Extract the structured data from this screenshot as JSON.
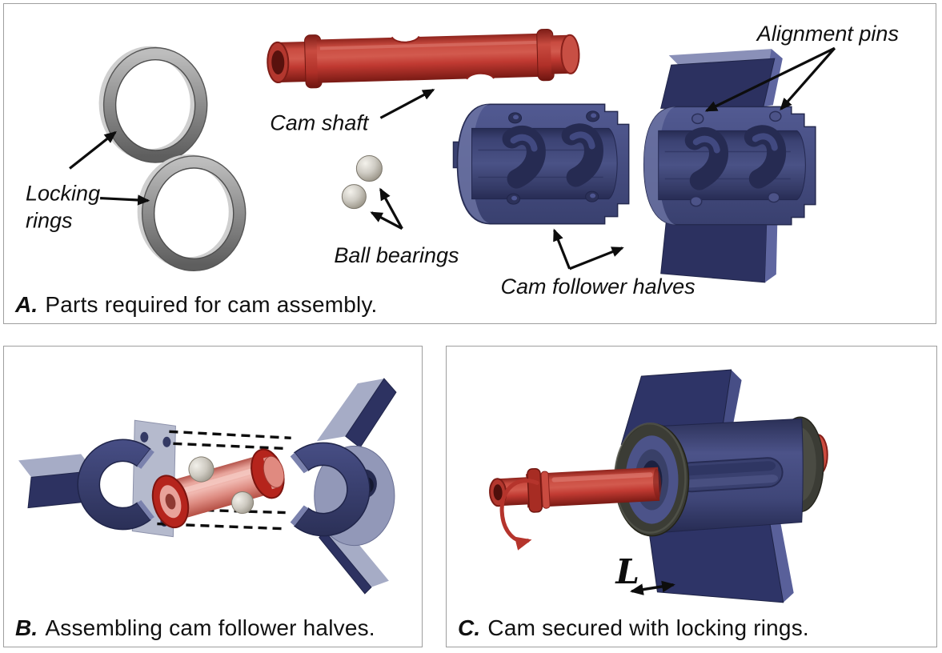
{
  "figure": {
    "background": "#ffffff",
    "panel_border_color": "#9e9e9e"
  },
  "colors": {
    "shaft_red": "#c23b32",
    "shaft_red_dark": "#7e1d17",
    "follower_navy": "#3e4578",
    "follower_navy_dark": "#262b52",
    "follower_face_light": "#8a90b8",
    "locking_ring_gray": "#8c8c8c",
    "locking_ring_dark_assembled": "#3b3c35",
    "ball_bearing_silver": "#cfccc4",
    "annotation_black": "#0d0d0d",
    "rotation_arrow_red": "#b5342c"
  },
  "panel_a": {
    "caption": {
      "prefix": "A.",
      "text": "Parts required for cam assembly."
    },
    "labels": {
      "locking_rings": [
        "Locking",
        "rings"
      ],
      "cam_shaft": "Cam shaft",
      "ball_bearings": "Ball bearings",
      "cam_follower_halves": "Cam follower halves",
      "alignment_pins": "Alignment pins"
    }
  },
  "panel_b": {
    "caption": {
      "prefix": "B.",
      "text": "Assembling cam follower halves."
    }
  },
  "panel_c": {
    "caption": {
      "prefix": "C.",
      "text": "Cam secured with locking rings."
    },
    "dimension_label": "L"
  }
}
